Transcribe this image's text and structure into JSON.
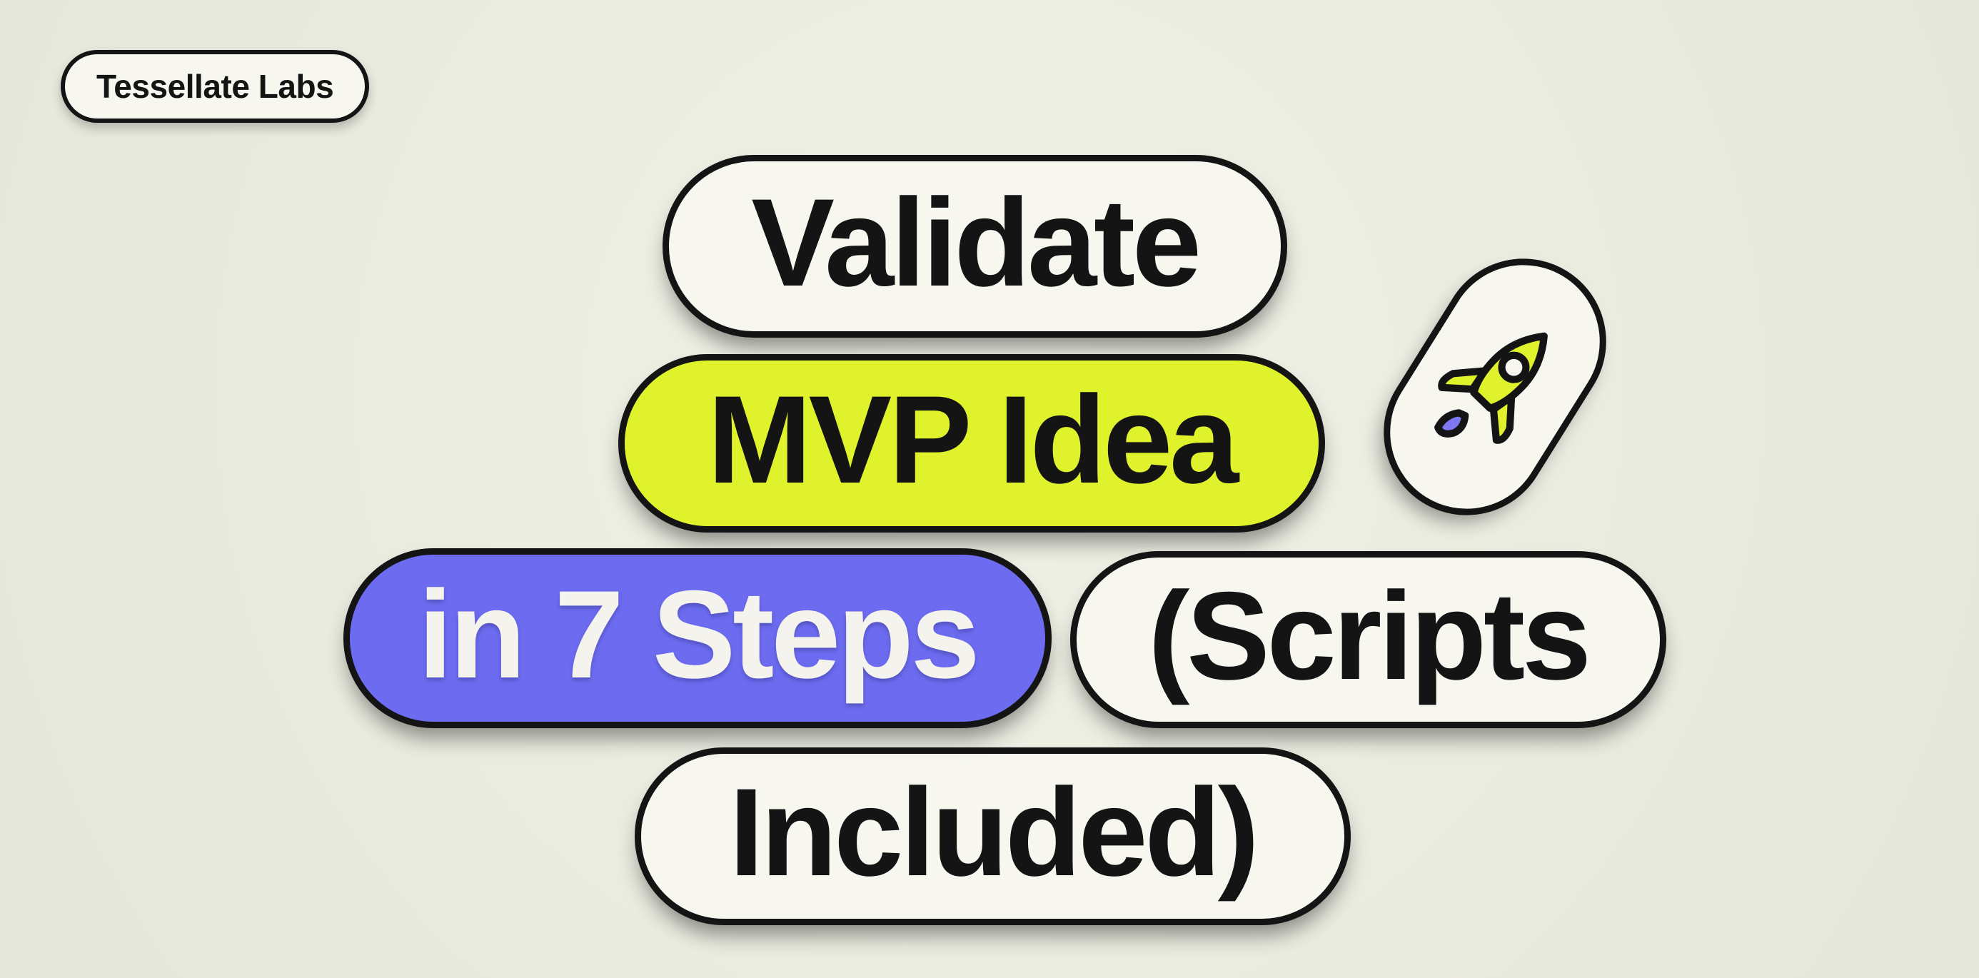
{
  "brand_badge": {
    "label": "Tessellate Labs"
  },
  "pills": [
    {
      "id": "validate",
      "label": "Validate",
      "style": "white"
    },
    {
      "id": "mvp-idea",
      "label": "MVP Idea",
      "style": "yellow"
    },
    {
      "id": "in-7-steps",
      "label": "in 7 Steps",
      "style": "purple"
    },
    {
      "id": "scripts",
      "label": "(Scripts",
      "style": "white"
    },
    {
      "id": "included",
      "label": "Included)",
      "style": "white"
    }
  ],
  "icons": {
    "rocket": "rocket-icon"
  },
  "colors": {
    "background": "#ebece0",
    "pill_white": "#f7f7f0",
    "accent_yellow": "#dff22c",
    "accent_purple": "#6d6cf1",
    "flame_purple": "#7d78f2",
    "ink": "#141414"
  }
}
